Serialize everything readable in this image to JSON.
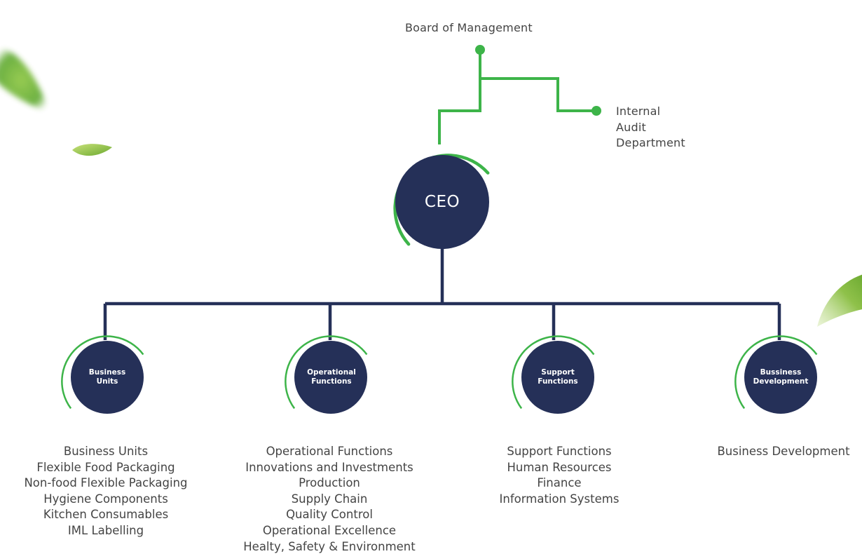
{
  "board_label": "Board of Management",
  "audit_label_lines": [
    "Internal",
    "Audit",
    "Department"
  ],
  "ceo_label": "CEO",
  "nodes": [
    {
      "label_lines": [
        "Business",
        "Units"
      ]
    },
    {
      "label_lines": [
        "Operational",
        "Functions"
      ]
    },
    {
      "label_lines": [
        "Support",
        "Functions"
      ]
    },
    {
      "label_lines": [
        "Bussiness",
        "Development"
      ]
    }
  ],
  "lists": [
    [
      "Business Units",
      "Flexible Food Packaging",
      "Non-food Flexible Packaging",
      "Hygiene Components",
      "Kitchen Consumables",
      "IML Labelling"
    ],
    [
      "Operational Functions",
      "Innovations and Investments",
      "Production",
      "Supply Chain",
      "Quality Control",
      "Operational Excellence",
      "Healty, Safety & Environment"
    ],
    [
      "Support Functions",
      "Human Resources",
      "Finance",
      "Information Systems"
    ],
    [
      "Business Development"
    ]
  ],
  "colors": {
    "navy": "#253058",
    "green": "#3db449",
    "text": "#444444",
    "leaf": "#7bb93c"
  }
}
